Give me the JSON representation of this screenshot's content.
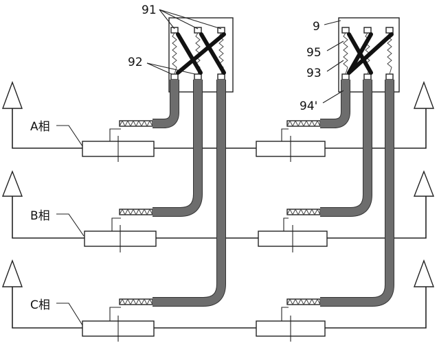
{
  "labels": {
    "phase_a": "A相",
    "phase_b": "B相",
    "phase_c": "C相",
    "ref_91": "91",
    "ref_92": "92",
    "ref_9": "9",
    "ref_95": "95",
    "ref_93": "93",
    "ref_94": "94'"
  }
}
